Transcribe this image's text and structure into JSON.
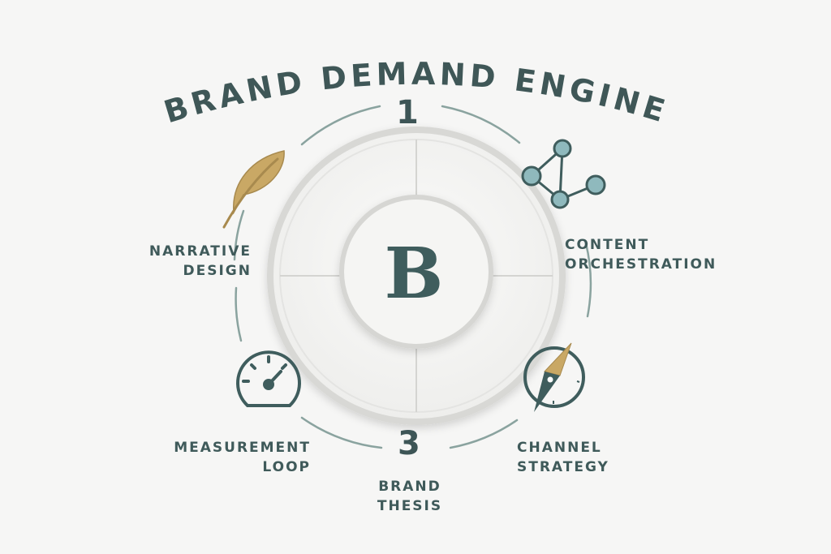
{
  "title": "BRAND DEMAND ENGINE",
  "center_letter": "B",
  "numbers": {
    "top": "1",
    "bottom": "3"
  },
  "stages": {
    "narrative": {
      "line1": "NARRATIVE",
      "line2": "DESIGN",
      "icon": "feather-icon"
    },
    "content": {
      "line1": "CONTENT",
      "line2": "ORCHESTRATION",
      "icon": "network-icon"
    },
    "channel": {
      "line1": "CHANNEL",
      "line2": "STRATEGY",
      "icon": "compass-icon"
    },
    "brand": {
      "line1": "BRAND",
      "line2": "THESIS"
    },
    "measurement": {
      "line1": "MEASUREMENT",
      "line2": "LOOP",
      "icon": "gauge-icon"
    }
  },
  "colors": {
    "teal": "#3f5d5d",
    "gold": "#c9a865",
    "light_teal": "#8fb9bd",
    "ring": "#8aa39f"
  }
}
